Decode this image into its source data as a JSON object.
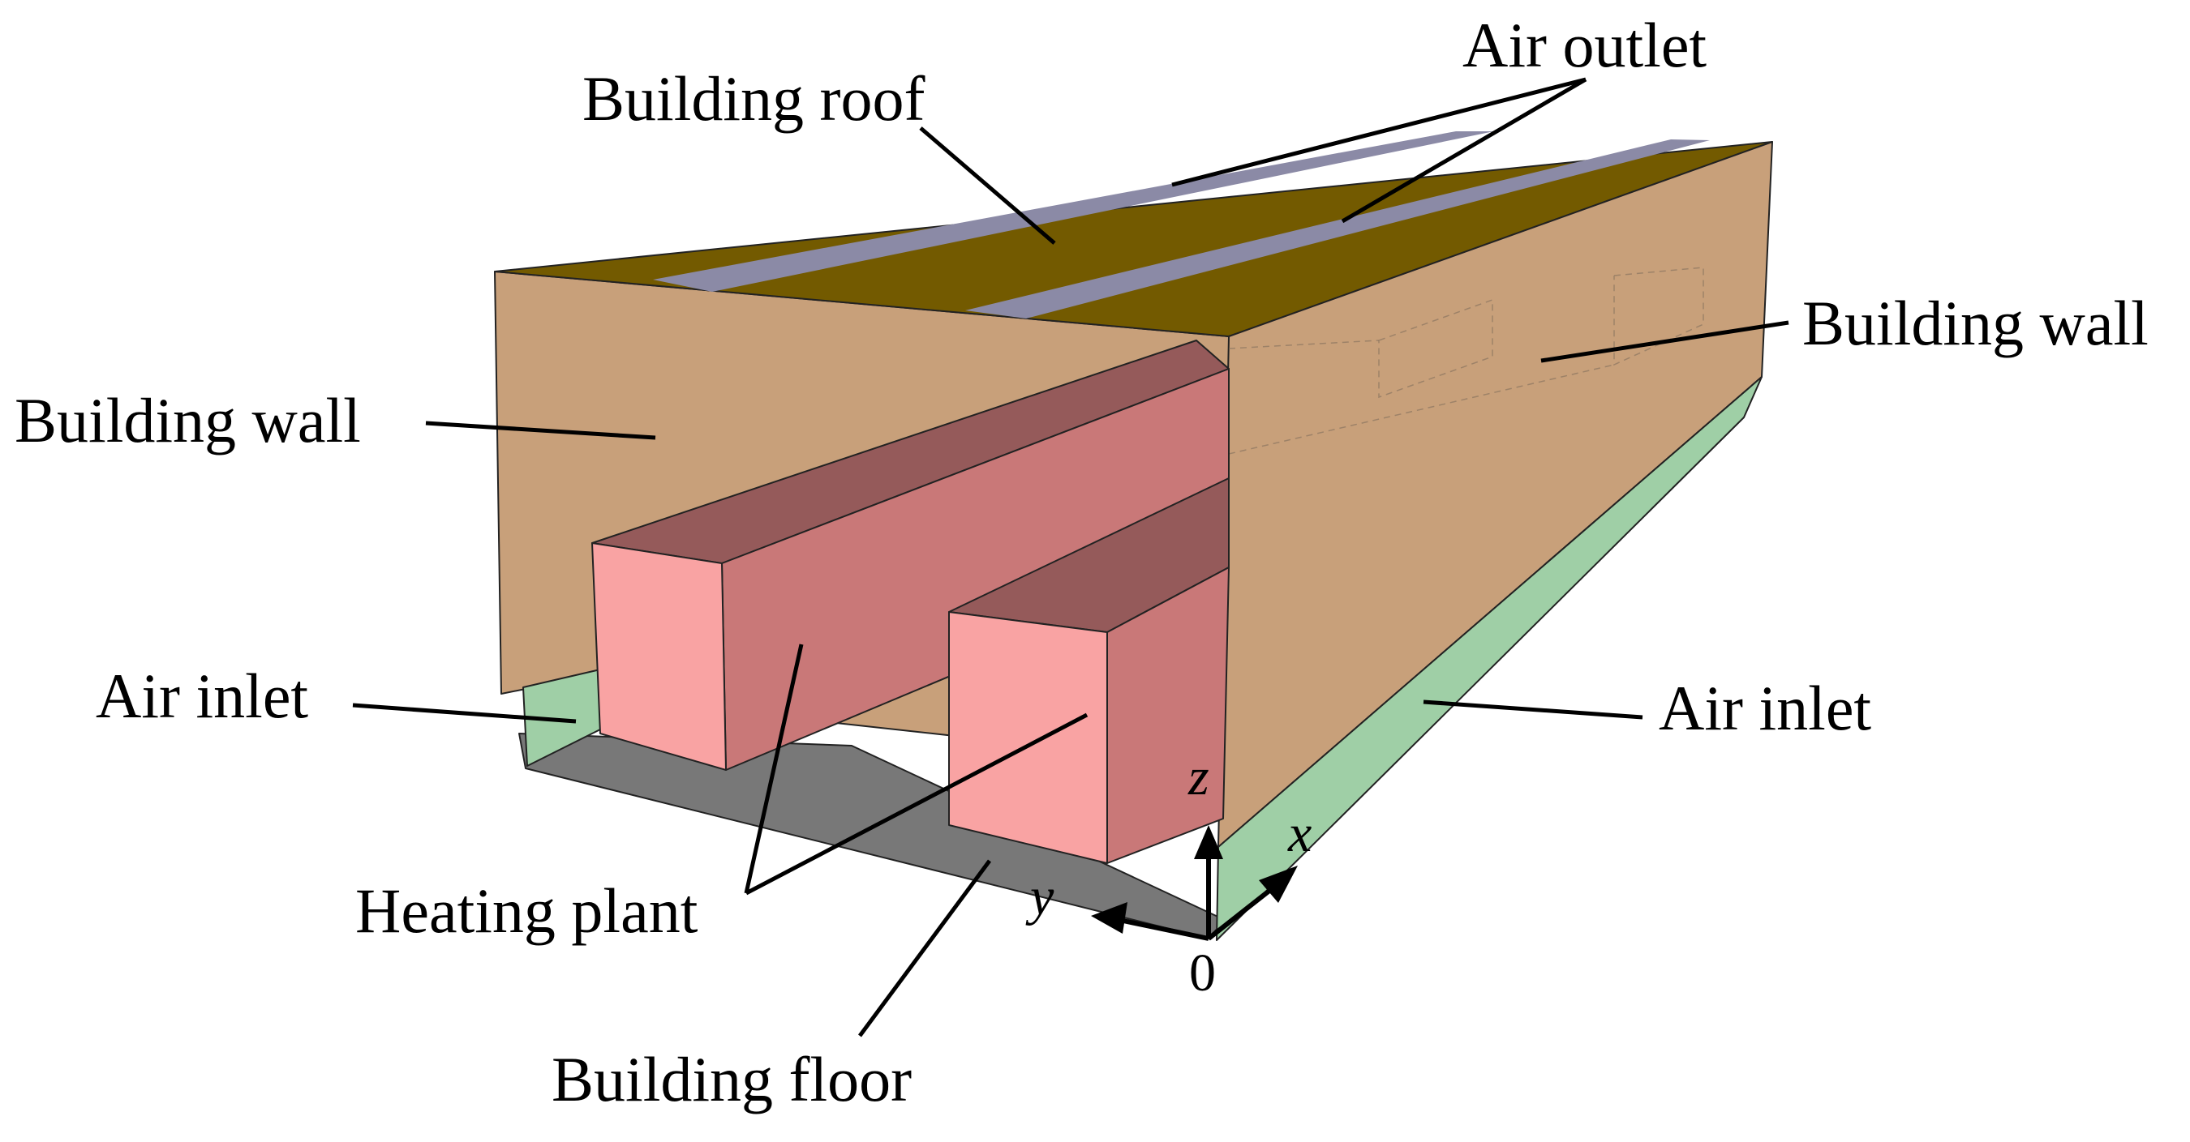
{
  "labels": {
    "building_roof": "Building roof",
    "air_outlet": "Air outlet",
    "building_wall_left": "Building wall",
    "building_wall_right": "Building wall",
    "air_inlet_left": "Air inlet",
    "air_inlet_right": "Air inlet",
    "heating_plant": "Heating plant",
    "building_floor": "Building floor"
  },
  "axes": {
    "x": "x",
    "y": "y",
    "z": "z",
    "origin": "0"
  },
  "colors": {
    "roof": "#735a00",
    "air_outlet_strip": "#8b8aa6",
    "wall": "#c8a07a",
    "air_inlet": "#9fcfa6",
    "floor": "#787878",
    "plant_front": "#f9a3a3",
    "plant_side": "#c97878",
    "plant_top": "#955a5a"
  }
}
